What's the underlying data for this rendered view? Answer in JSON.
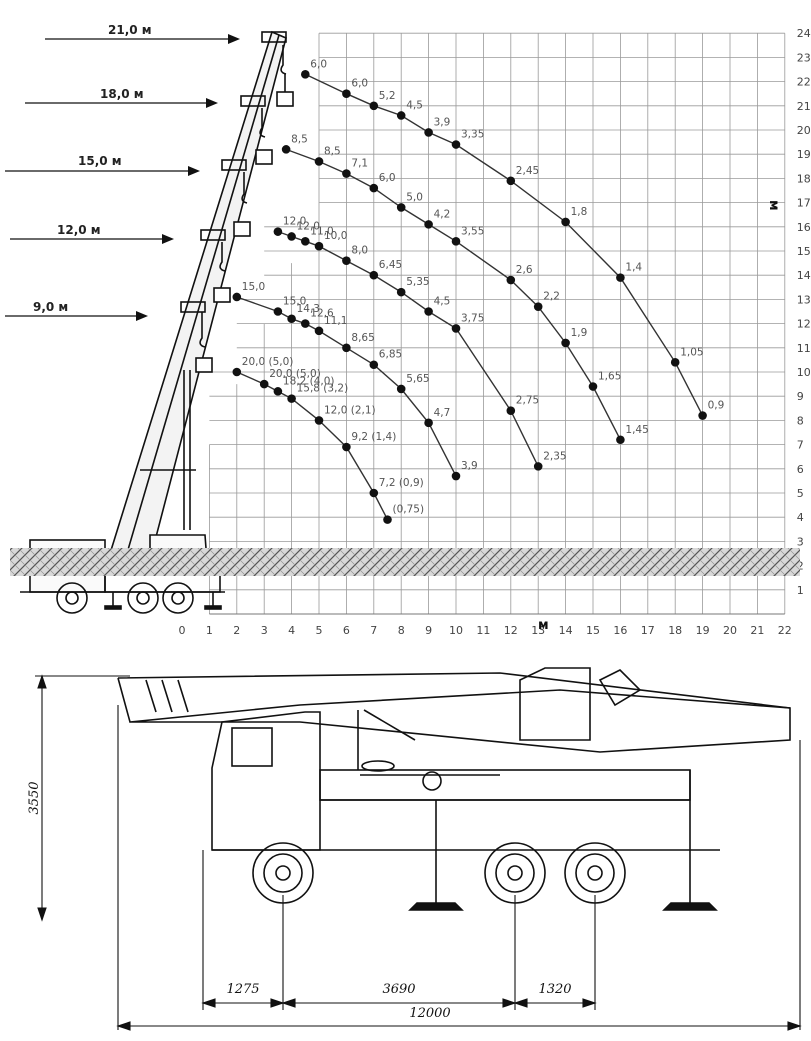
{
  "chart_data": {
    "type": "scatter",
    "title": "",
    "xlabel": "м",
    "ylabel": "м",
    "xlim": [
      0,
      22
    ],
    "ylim": [
      0,
      24
    ],
    "x_ticks": [
      "0",
      "1",
      "2",
      "3",
      "4",
      "5",
      "6",
      "7",
      "8",
      "9",
      "10",
      "11",
      "12",
      "13",
      "14",
      "15",
      "16",
      "17",
      "18",
      "19",
      "20",
      "21",
      "22"
    ],
    "y_ticks": [
      "1",
      "2",
      "3",
      "4",
      "5",
      "6",
      "7",
      "8",
      "9",
      "10",
      "11",
      "12",
      "13",
      "14",
      "15",
      "16",
      "17",
      "18",
      "19",
      "20",
      "21",
      "22",
      "23",
      "24"
    ],
    "grid": true,
    "series": [
      {
        "name": "21,0 м",
        "points": [
          {
            "x": 4.5,
            "y": 22.3,
            "label": "6,0"
          },
          {
            "x": 6.0,
            "y": 21.5,
            "label": "6,0"
          },
          {
            "x": 7.0,
            "y": 21.0,
            "label": "5,2"
          },
          {
            "x": 8.0,
            "y": 20.6,
            "label": "4,5"
          },
          {
            "x": 9.0,
            "y": 19.9,
            "label": "3,9"
          },
          {
            "x": 10.0,
            "y": 19.4,
            "label": "3,35"
          },
          {
            "x": 12.0,
            "y": 17.9,
            "label": "2,45"
          },
          {
            "x": 14.0,
            "y": 16.2,
            "label": "1,8"
          },
          {
            "x": 16.0,
            "y": 13.9,
            "label": "1,4"
          },
          {
            "x": 18.0,
            "y": 10.4,
            "label": "1,05"
          },
          {
            "x": 19.0,
            "y": 8.2,
            "label": "0,9"
          }
        ]
      },
      {
        "name": "18,0 м",
        "points": [
          {
            "x": 3.8,
            "y": 19.2,
            "label": "8,5"
          },
          {
            "x": 5.0,
            "y": 18.7,
            "label": "8,5"
          },
          {
            "x": 6.0,
            "y": 18.2,
            "label": "7,1"
          },
          {
            "x": 7.0,
            "y": 17.6,
            "label": "6,0"
          },
          {
            "x": 8.0,
            "y": 16.8,
            "label": "5,0"
          },
          {
            "x": 9.0,
            "y": 16.1,
            "label": "4,2"
          },
          {
            "x": 10.0,
            "y": 15.4,
            "label": "3,55"
          },
          {
            "x": 12.0,
            "y": 13.8,
            "label": "2,6"
          },
          {
            "x": 13.0,
            "y": 12.7,
            "label": "2,2"
          },
          {
            "x": 14.0,
            "y": 11.2,
            "label": "1,9"
          },
          {
            "x": 15.0,
            "y": 9.4,
            "label": "1,65"
          },
          {
            "x": 16.0,
            "y": 7.2,
            "label": "1,45"
          }
        ]
      },
      {
        "name": "15,0 м",
        "points": [
          {
            "x": 3.5,
            "y": 15.8,
            "label": "12,0"
          },
          {
            "x": 4.0,
            "y": 15.6,
            "label": "12,0"
          },
          {
            "x": 4.5,
            "y": 15.4,
            "label": "11,0"
          },
          {
            "x": 5.0,
            "y": 15.2,
            "label": "10,0"
          },
          {
            "x": 6.0,
            "y": 14.6,
            "label": "8,0"
          },
          {
            "x": 7.0,
            "y": 14.0,
            "label": "6,45"
          },
          {
            "x": 8.0,
            "y": 13.3,
            "label": "5,35"
          },
          {
            "x": 9.0,
            "y": 12.5,
            "label": "4,5"
          },
          {
            "x": 10.0,
            "y": 11.8,
            "label": "3,75"
          },
          {
            "x": 12.0,
            "y": 8.4,
            "label": "2,75"
          },
          {
            "x": 13.0,
            "y": 6.1,
            "label": "2,35"
          }
        ]
      },
      {
        "name": "12,0 м",
        "points": [
          {
            "x": 2.0,
            "y": 13.1,
            "label": "15,0"
          },
          {
            "x": 3.5,
            "y": 12.5,
            "label": "15,0"
          },
          {
            "x": 4.0,
            "y": 12.2,
            "label": "14,3"
          },
          {
            "x": 4.5,
            "y": 12.0,
            "label": "12,6"
          },
          {
            "x": 5.0,
            "y": 11.7,
            "label": "11,1"
          },
          {
            "x": 6.0,
            "y": 11.0,
            "label": "8,65"
          },
          {
            "x": 7.0,
            "y": 10.3,
            "label": "6,85"
          },
          {
            "x": 8.0,
            "y": 9.3,
            "label": "5,65"
          },
          {
            "x": 9.0,
            "y": 7.9,
            "label": "4,7"
          },
          {
            "x": 10.0,
            "y": 5.7,
            "label": "3,9"
          }
        ]
      },
      {
        "name": "9,0 м",
        "points": [
          {
            "x": 2.0,
            "y": 10.0,
            "label": "20,0 (5,0)"
          },
          {
            "x": 3.0,
            "y": 9.5,
            "label": "20,0 (5,0)"
          },
          {
            "x": 3.5,
            "y": 9.2,
            "label": "18,2 (4,0)"
          },
          {
            "x": 4.0,
            "y": 8.9,
            "label": "15,8 (3,2)"
          },
          {
            "x": 5.0,
            "y": 8.0,
            "label": "12,0 (2,1)"
          },
          {
            "x": 6.0,
            "y": 6.9,
            "label": "9,2 (1,4)"
          },
          {
            "x": 7.0,
            "y": 5.0,
            "label": "7,2 (0,9)"
          },
          {
            "x": 7.5,
            "y": 3.9,
            "label": "(0,75)"
          }
        ]
      }
    ],
    "boom_labels": [
      "21,0 м",
      "18,0 м",
      "15,0 м",
      "12,0 м",
      "9,0 м"
    ]
  },
  "dimensions": {
    "height": "3550",
    "front_overhang": "1275",
    "wheelbase": "3690",
    "rear_axles": "1320",
    "overall_length": "12000"
  },
  "colors": {
    "grid": "#9a9a9a",
    "curve": "#333333",
    "point": "#111111",
    "text": "#444444"
  }
}
